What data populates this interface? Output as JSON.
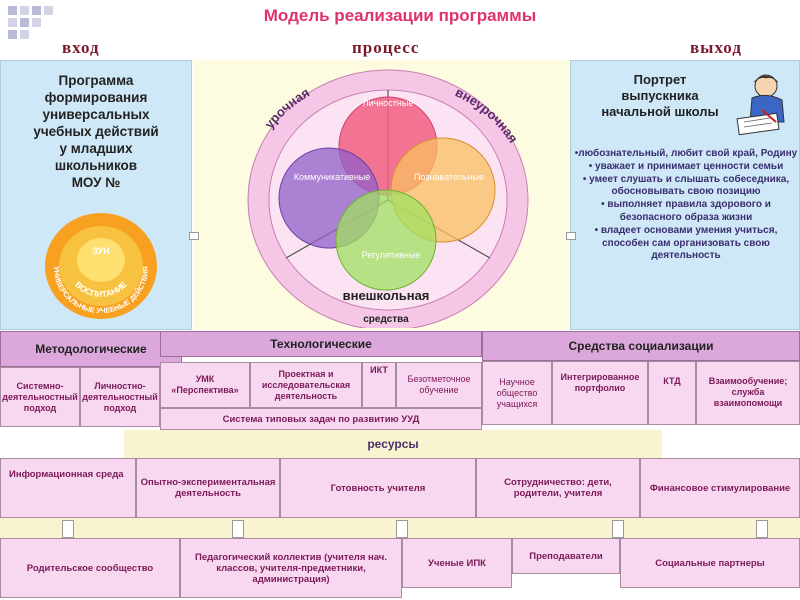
{
  "title": "Модель реализации программы",
  "headers": {
    "input": "вход",
    "process": "процесс",
    "output": "выход"
  },
  "input": {
    "text_lines": [
      "Программа",
      "формирования",
      "универсальных",
      "учебных действий",
      "у младших",
      "школьников",
      "МОУ  №"
    ],
    "rings": {
      "inner": "ЗУН",
      "middle": "ВОСПИТАНИЕ",
      "outer": "УНИВЕРСАЛЬНЫЕ УЧЕБНЫЕ ДЕЙСТВИЯ"
    }
  },
  "process": {
    "arc_top_left": "урочная",
    "arc_top_right": "внеурочная",
    "arc_bottom": "внешкольная",
    "circles": [
      "Личностные",
      "Коммуникативные",
      "Познавательные",
      "Регулятивные"
    ],
    "means_label": "средства"
  },
  "output": {
    "title_lines": [
      "Портрет",
      "выпускника",
      "начальной школы"
    ],
    "traits": [
      "•любознательный, любит свой край, Родину",
      "• уважает и принимает ценности семьи",
      "• умеет слушать и слышать собеседника, обосновывать свою позицию",
      "• выполняет правила здорового и безопасного образа жизни",
      "• владеет основами умения учиться, способен сам организовать свою деятельность"
    ]
  },
  "means": {
    "methodological": {
      "label": "Методологические",
      "items": [
        "Системно-деятельностный подход",
        "Личностно-деятельностный подход"
      ]
    },
    "technological": {
      "label": "Технологические",
      "items": [
        "УМК «Перспектива»",
        "Проектная и исследовательская деятельность",
        "ИКТ",
        "Безотметочное обучение"
      ],
      "bottom": "Система типовых задач по развитию УУД"
    },
    "socialization": {
      "label": "Средства социализации",
      "items": [
        "Научное общество учащихся",
        "Интегрированное портфолио",
        "КТД",
        "Взаимообучение; служба взаимопомощи"
      ]
    }
  },
  "resources": {
    "label": "ресурсы",
    "row1": [
      "Информационная среда",
      "Опытно-экспериментальная деятельность",
      "Готовность учителя",
      "Сотрудничество: дети, родители, учителя",
      "Финансовое стимулирование"
    ],
    "row2": [
      "Родительское сообщество",
      "Педагогический коллектив (учителя нач. классов, учителя-предметники, администрация)",
      "Ученые ИПК",
      "Преподаватели",
      "Социальные партнеры"
    ]
  },
  "colors": {
    "title": "#e0336a",
    "panel": "#cfe8f7",
    "cell": "#f8d7f0",
    "row_header": "#dca8dc",
    "resources_bg": "#f7f4cf"
  }
}
